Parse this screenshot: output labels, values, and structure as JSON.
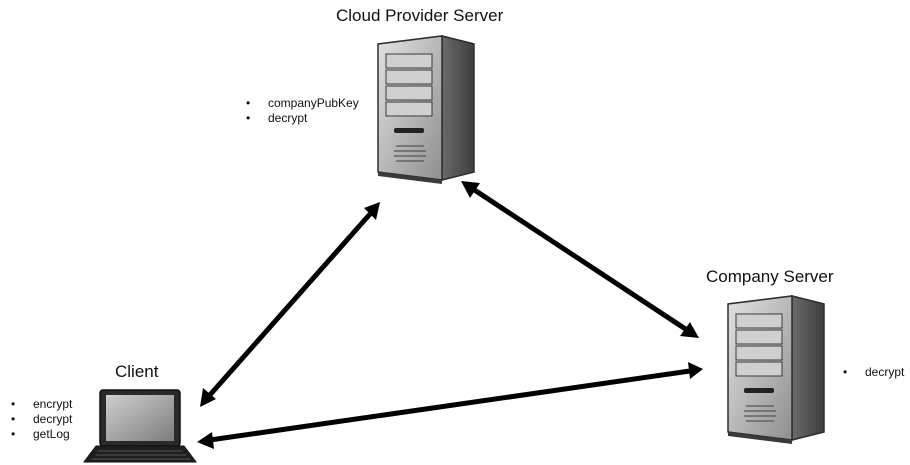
{
  "nodes": {
    "cloud": {
      "title": "Cloud Provider Server",
      "icon": "server-tower-icon",
      "methods": [
        "companyPubKey",
        "decrypt"
      ]
    },
    "company": {
      "title": "Company Server",
      "icon": "server-tower-icon",
      "methods": [
        "decrypt"
      ]
    },
    "client": {
      "title": "Client",
      "icon": "laptop-icon",
      "methods": [
        "encrypt",
        "decrypt",
        "getLog"
      ]
    }
  },
  "connections": [
    {
      "from": "client",
      "to": "cloud",
      "style": "bidirectional-arrow"
    },
    {
      "from": "cloud",
      "to": "company",
      "style": "bidirectional-arrow"
    },
    {
      "from": "client",
      "to": "company",
      "style": "bidirectional-arrow"
    }
  ],
  "colors": {
    "arrow": "#000000",
    "server_body": "#b8b8b8",
    "server_side": "#6e6e6e",
    "laptop_body": "#2a2a2a",
    "laptop_screen": "#a9a9a9"
  }
}
